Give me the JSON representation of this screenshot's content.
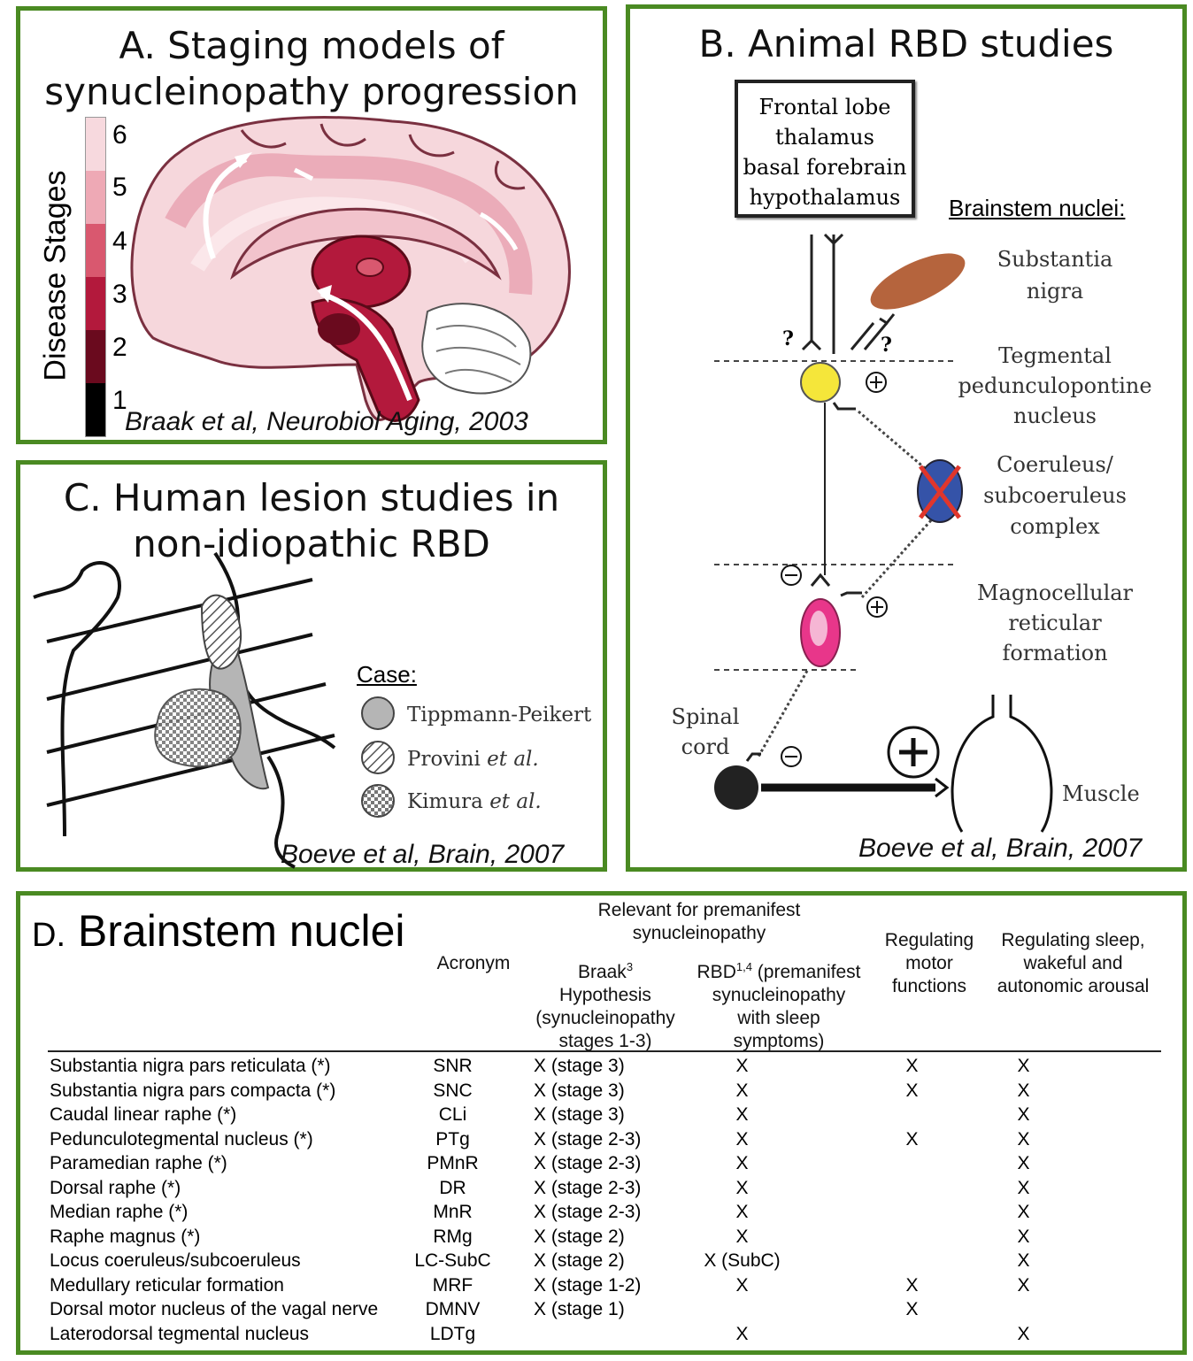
{
  "panel_a": {
    "title_line1": "A. Staging models of",
    "title_line2": "synucleinopathy progression",
    "axis_label": "Disease Stages",
    "stages": [
      "6",
      "5",
      "4",
      "3",
      "2",
      "1"
    ],
    "stage_colors": [
      "#f7d9de",
      "#eea9b5",
      "#d9586f",
      "#b3193c",
      "#6a0a1e",
      "#000000"
    ],
    "citation": "Braak et al, Neurobiol Aging, 2003"
  },
  "panel_b": {
    "title": "B. Animal RBD studies",
    "box_lines": [
      "Frontal lobe",
      "thalamus",
      "basal forebrain",
      "hypothalamus"
    ],
    "brainstem_heading": "Brainstem nuclei:",
    "labels": {
      "substantia_nigra": [
        "Substantia",
        "nigra"
      ],
      "tegmental": [
        "Tegmental",
        "pedunculopontine",
        "nucleus"
      ],
      "coeruleus": [
        "Coeruleus/",
        "subcoeruleus",
        "complex"
      ],
      "magnocellular": [
        "Magnocellular",
        "reticular",
        "formation"
      ],
      "spinal_cord": [
        "Spinal",
        "cord"
      ],
      "muscle": "Muscle"
    },
    "question_mark": "?",
    "citation": "Boeve et al, Brain, 2007"
  },
  "panel_c": {
    "title_line1": "C. Human lesion studies in",
    "title_line2": "non-idiopathic RBD",
    "legend_heading": "Case:",
    "legend": [
      {
        "name": "Tippmann-Peikert",
        "suffix": ""
      },
      {
        "name": "Provini ",
        "suffix": "et al."
      },
      {
        "name": "Kimura ",
        "suffix": "et al."
      }
    ],
    "citation": "Boeve et al, Brain, 2007"
  },
  "panel_d": {
    "title_prefix": "D.",
    "title": " Brainstem nuclei",
    "headers": {
      "acronym": "Acronym",
      "group": [
        "Relevant for premanifest",
        "synucleinopathy"
      ],
      "braak": [
        "Braak",
        "3",
        "Hypothesis",
        "(synucleinopathy",
        "stages 1-3)"
      ],
      "rbd": [
        "RBD",
        "1,4",
        " (premanifest",
        "synucleinopathy",
        "with sleep",
        "symptoms)"
      ],
      "motor": [
        "Regulating",
        "motor",
        "functions"
      ],
      "sleep": [
        "Regulating sleep,",
        "wakeful and",
        "autonomic arousal"
      ]
    },
    "rows": [
      {
        "name": "Substantia nigra pars reticulata (*)",
        "acronym": "SNR",
        "braak": "X (stage 3)",
        "rbd": "X",
        "motor": "X",
        "sleep": "X"
      },
      {
        "name": "Substantia nigra pars compacta (*)",
        "acronym": "SNC",
        "braak": "X (stage 3)",
        "rbd": "X",
        "motor": "X",
        "sleep": "X"
      },
      {
        "name": "Caudal linear raphe (*)",
        "acronym": "CLi",
        "braak": "X (stage 3)",
        "rbd": "X",
        "motor": "",
        "sleep": "X"
      },
      {
        "name": "Pedunculotegmental nucleus (*)",
        "acronym": "PTg",
        "braak": "X (stage 2-3)",
        "rbd": "X",
        "motor": "X",
        "sleep": "X"
      },
      {
        "name": "Paramedian raphe (*)",
        "acronym": "PMnR",
        "braak": "X (stage 2-3)",
        "rbd": "X",
        "motor": "",
        "sleep": "X"
      },
      {
        "name": "Dorsal raphe (*)",
        "acronym": "DR",
        "braak": "X (stage 2-3)",
        "rbd": "X",
        "motor": "",
        "sleep": "X"
      },
      {
        "name": "Median raphe (*)",
        "acronym": "MnR",
        "braak": "X (stage 2-3)",
        "rbd": "X",
        "motor": "",
        "sleep": "X"
      },
      {
        "name": "Raphe magnus (*)",
        "acronym": "RMg",
        "braak": "X (stage 2)",
        "rbd": "X",
        "motor": "",
        "sleep": "X"
      },
      {
        "name": "Locus coeruleus/subcoeruleus",
        "acronym": "LC-SubC",
        "braak": "X (stage 2)",
        "rbd": "X (SubC)",
        "motor": "",
        "sleep": "X"
      },
      {
        "name": "Medullary reticular formation",
        "acronym": "MRF",
        "braak": "X (stage 1-2)",
        "rbd": "X",
        "motor": "X",
        "sleep": "X"
      },
      {
        "name": "Dorsal motor nucleus of the vagal nerve",
        "acronym": "DMNV",
        "braak": "X (stage 1)",
        "rbd": "",
        "motor": "X",
        "sleep": ""
      },
      {
        "name": "Laterodorsal tegmental nucleus",
        "acronym": "LDTg",
        "braak": "",
        "rbd": "X",
        "motor": "",
        "sleep": "X"
      }
    ]
  }
}
